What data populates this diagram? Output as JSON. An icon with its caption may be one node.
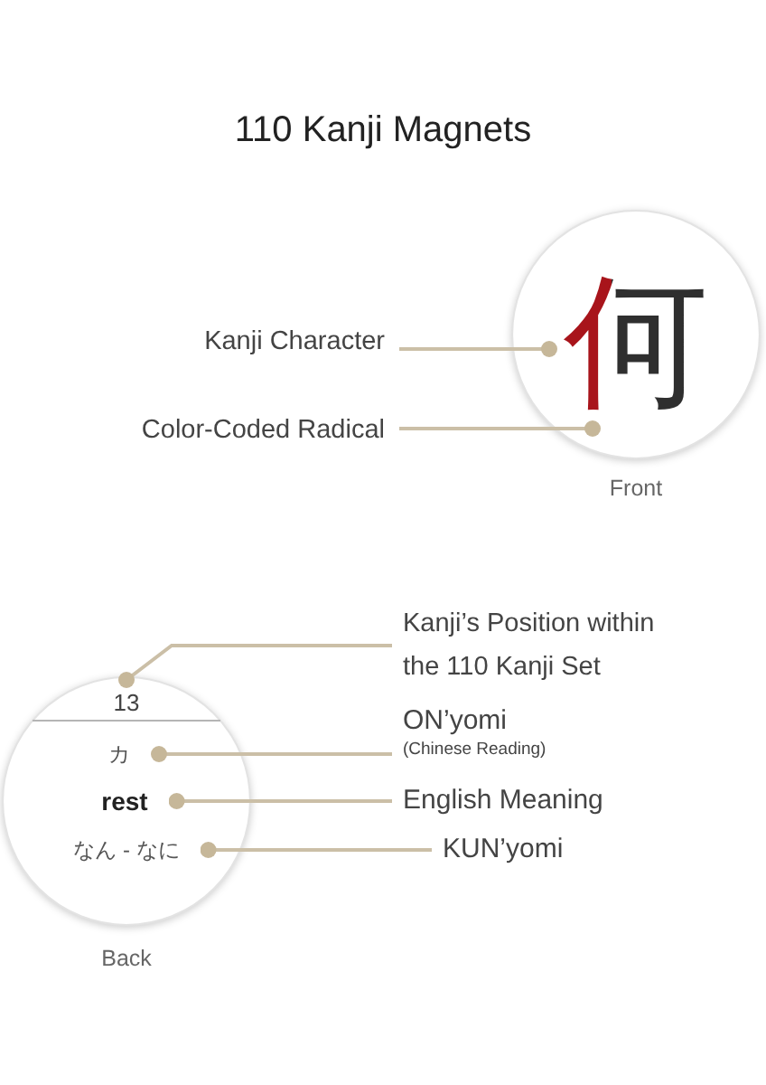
{
  "diagram": {
    "title": "110 Kanji Magnets",
    "nodes": [
      {
        "text": [
          "Kanji Character"
        ]
      },
      {
        "text": [],
        "shape": "circle",
        "beside": [
          "Front"
        ]
      },
      {
        "text": [
          "何"
        ],
        "in": 1
      },
      {
        "text": [
          "Color-Coded Radical"
        ]
      },
      {
        "text": [
          "Kanji’s Position within the 110 Kanji Set"
        ]
      },
      {
        "text": [],
        "shape": "circle",
        "beside": [
          "Back"
        ]
      },
      {
        "text": [
          "13"
        ],
        "in": 5
      },
      {
        "text": [
          "ON’yomi",
          "(Chinese Reading)"
        ]
      },
      {
        "text": [
          "カ"
        ],
        "in": 5
      },
      {
        "text": [
          "English Meaning"
        ]
      },
      {
        "text": [
          "rest"
        ],
        "in": 5
      },
      {
        "text": [
          "KUN’yomi"
        ]
      },
      {
        "text": [
          "なん - なに"
        ],
        "in": 5
      }
    ],
    "edges": [
      {
        "from": 0,
        "to": 2,
        "arrow": "other"
      },
      {
        "from": 3,
        "to": 2,
        "arrow": "other"
      },
      {
        "from": 4,
        "to": 6,
        "arrow": "other"
      },
      {
        "from": 7,
        "to": 8,
        "arrow": "other"
      },
      {
        "from": 9,
        "to": 10,
        "arrow": "other"
      },
      {
        "from": 11,
        "to": 12,
        "arrow": "other"
      }
    ]
  }
}
